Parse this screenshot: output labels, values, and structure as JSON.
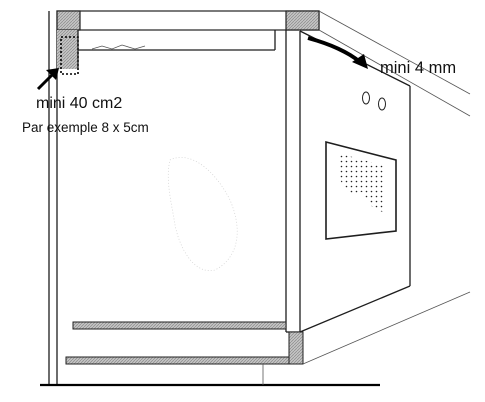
{
  "labels": {
    "gap_top": "mini 4 mm",
    "vent_area": "mini 40 cm2",
    "vent_example": "Par exemple 8 x 5cm"
  }
}
